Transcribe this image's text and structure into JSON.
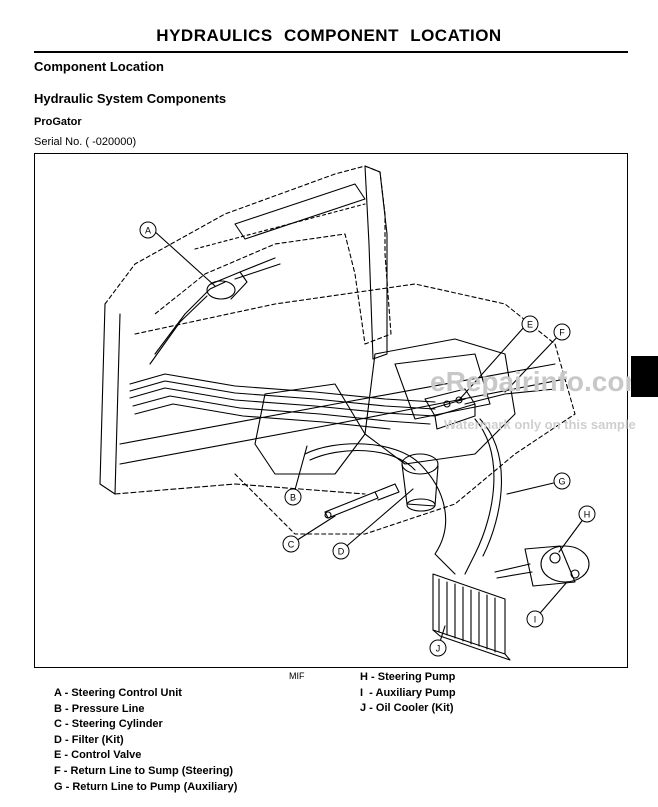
{
  "header": {
    "title": "HYDRAULICS   COMPONENT LOCATION"
  },
  "section": {
    "heading": "Component Location",
    "subheading": "Hydraulic System Components",
    "model": "ProGator",
    "serial": "Serial No. ( -020000)"
  },
  "figure": {
    "code": "MIF",
    "callouts": [
      "A",
      "B",
      "C",
      "D",
      "E",
      "F",
      "G",
      "H",
      "I",
      "J"
    ]
  },
  "watermark": {
    "main": "eRepairinfo.com",
    "sub": "Watermark only on this sample"
  },
  "legend_left": [
    {
      "letter": "A",
      "label": "Steering Control Unit"
    },
    {
      "letter": "B",
      "label": "Pressure Line"
    },
    {
      "letter": "C",
      "label": "Steering Cylinder"
    },
    {
      "letter": "D",
      "label": "Filter (Kit)"
    },
    {
      "letter": "E",
      "label": "Control Valve"
    },
    {
      "letter": "F",
      "label": "Return Line to Sump (Steering)"
    },
    {
      "letter": "G",
      "label": "Return Line to Pump (Auxiliary)"
    }
  ],
  "legend_right": [
    {
      "letter": "H",
      "label": "Steering Pump"
    },
    {
      "letter": "I",
      "label": "Auxiliary Pump"
    },
    {
      "letter": "J",
      "label": "Oil Cooler (Kit)"
    }
  ]
}
